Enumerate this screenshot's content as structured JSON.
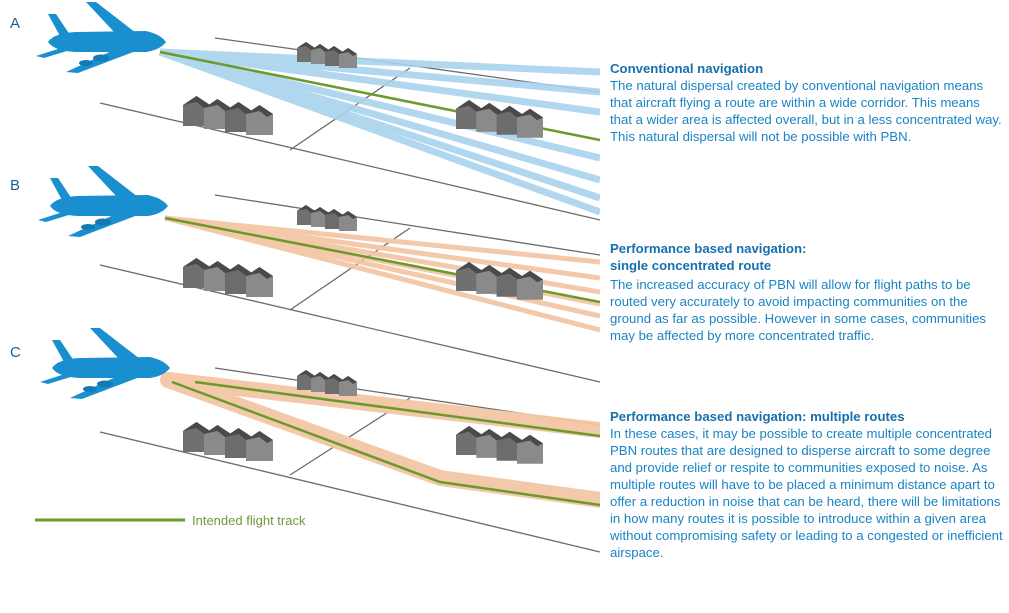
{
  "panels": [
    {
      "label": "A",
      "heading": "Conventional navigation",
      "body": "The natural dispersal created by conventional navigation means that aircraft flying a route are within a wide corridor. This means that a wider area is affected overall, but in a less concentrated way. This natural dispersal will not be possible with PBN."
    },
    {
      "label": "B",
      "heading": "Performance based navigation: single concentrated route",
      "body": "The increased accuracy of PBN will allow for flight paths to be routed very accurately to avoid impacting communities on the ground as far as possible. However in some cases, communities may be affected by more concentrated traffic."
    },
    {
      "label": "C",
      "heading": "Performance based navigation: multiple routes",
      "body": "In these cases, it may be possible to create multiple concentrated PBN routes that are designed to disperse aircraft to some degree and provide relief or respite to communities exposed to noise. As multiple routes will have to be placed a minimum distance apart to offer a reduction in noise that can be heard, there will be limitations in how many routes it is possible to introduce within a given area without compromising safety or leading to a congested or inefficient airspace."
    }
  ],
  "legend": {
    "label": "Intended flight track"
  },
  "colors": {
    "aircraft": "#1a8fd0",
    "dispersal_blue": "#a9d3ee",
    "corridor_orange": "#f3c7a6",
    "intended_track": "#6a9a2c",
    "road": "#6b6b6b",
    "text_blue": "#1a84c4"
  }
}
